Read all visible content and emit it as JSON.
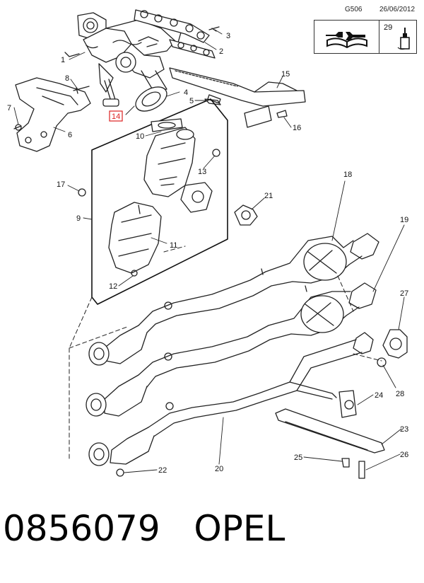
{
  "header": {
    "code": "G506",
    "date": "26/06/2012",
    "tool_box_number": "29"
  },
  "callouts": [
    "1",
    "2",
    "3",
    "4",
    "5",
    "6",
    "7",
    "8",
    "9",
    "10",
    "11",
    "12",
    "13",
    "14",
    "15",
    "16",
    "17",
    "18",
    "19",
    "20",
    "21",
    "22",
    "23",
    "24",
    "25",
    "26",
    "27",
    "28"
  ],
  "highlight_callout": "14",
  "footer": {
    "part_number": "0856079",
    "brand": "OPEL"
  },
  "icons": [
    "wrench-book-icon",
    "applicator-bottle-icon"
  ]
}
